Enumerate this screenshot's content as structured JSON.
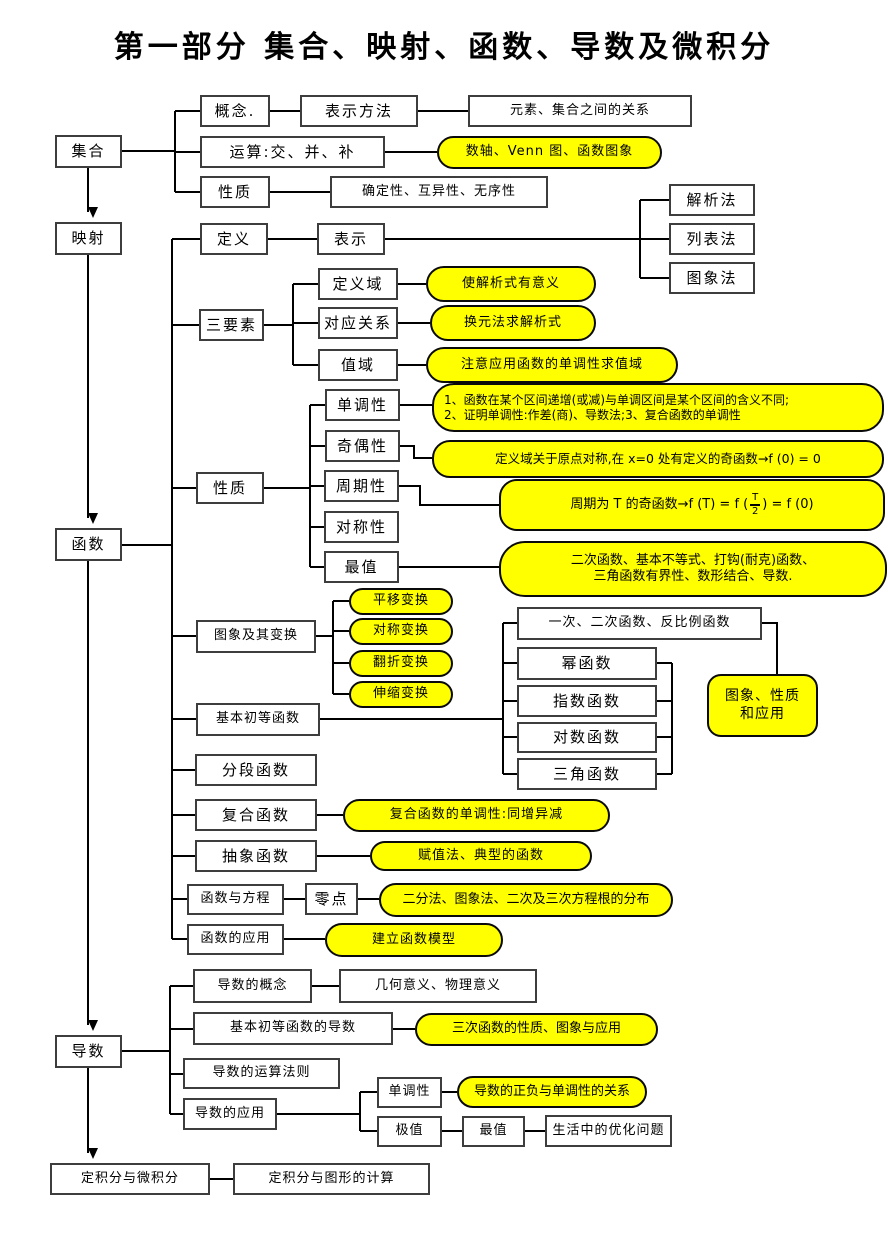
{
  "title": "第一部分  集合、映射、函数、导数及微积分",
  "colors": {
    "highlight": "#FFFF00",
    "line": "#000000",
    "box_border": "#3d3d3d"
  },
  "sets": {
    "label": "集合",
    "concept": "概念.",
    "repr": "表示方法",
    "relation": "元素、集合之间的关系",
    "operations": "运算:交、并、补",
    "tools": "数轴、Venn 图、函数图象",
    "properties": "性质",
    "prop_detail": "确定性、互异性、无序性"
  },
  "mapping": {
    "label": "映射"
  },
  "func": {
    "label": "函数",
    "definition": "定义",
    "representation": "表示",
    "methods": {
      "analytic": "解析法",
      "table": "列表法",
      "graph": "图象法"
    },
    "three": {
      "label": "三要素",
      "domain": "定义域",
      "domain_note": "使解析式有意义",
      "corr": "对应关系",
      "corr_note": "换元法求解析式",
      "range": "值域",
      "range_note": "注意应用函数的单调性求值域"
    },
    "props": {
      "label": "性质",
      "mono": "单调性",
      "mono_note1": "1、函数在某个区间递增(或减)与单调区间是某个区间的含义不同;",
      "mono_note2": "2、证明单调性:作差(商)、导数法;3、复合函数的单调性",
      "parity": "奇偶性",
      "parity_note": "定义域关于原点对称,在 x=0 处有定义的奇函数→f (0) = 0",
      "period": "周期性",
      "period_note_pre": "周期为 T 的奇函数→f (T) = f (",
      "period_frac_num": "T",
      "period_frac_den": "2",
      "period_note_post": ") = f (0)",
      "symmetry": "对称性",
      "extreme": "最值",
      "extreme_note1": "二次函数、基本不等式、打钩(耐克)函数、",
      "extreme_note2": "三角函数有界性、数形结合、导数."
    },
    "graph_trans": {
      "label": "图象及其变换",
      "pills": [
        "平移变换",
        "对称变换",
        "翻折变换",
        "伸缩变换"
      ]
    },
    "basic": {
      "label": "基本初等函数",
      "linear": "一次、二次函数、反比例函数",
      "power": "幂函数",
      "exp": "指数函数",
      "log": "对数函数",
      "trig": "三角函数",
      "note1": "图象、性质",
      "note2": "和应用"
    },
    "piecewise": "分段函数",
    "composite": "复合函数",
    "composite_note": "复合函数的单调性:同增异减",
    "abstract": "抽象函数",
    "abstract_note": "赋值法、典型的函数",
    "equation": "函数与方程",
    "zero": "零点",
    "zero_note": "二分法、图象法、二次及三次方程根的分布",
    "application": "函数的应用",
    "application_note": "建立函数模型"
  },
  "deriv": {
    "label": "导数",
    "concept": "导数的概念",
    "concept_note": "几何意义、物理意义",
    "basic": "基本初等函数的导数",
    "basic_note": "三次函数的性质、图象与应用",
    "rules": "导数的运算法则",
    "application": "导数的应用",
    "mono": "单调性",
    "mono_note": "导数的正负与单调性的关系",
    "extreme": "极值",
    "max": "最值",
    "max_note": "生活中的优化问题"
  },
  "integral": {
    "label": "定积分与微积分",
    "note": "定积分与图形的计算"
  }
}
